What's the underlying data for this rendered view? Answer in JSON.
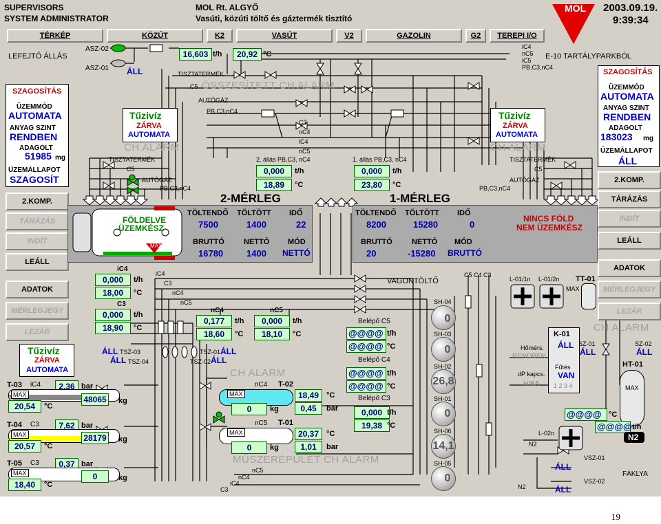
{
  "header": {
    "system_line1": "SUPERVISORS",
    "system_line2": "SYSTEM ADMINISTRATOR",
    "company": "MOL Rt. ALGYŐ",
    "station": "Vasúti, közúti töltő és gáztermék tisztító",
    "logo_text": "MOL",
    "date": "2003.09.19.",
    "time": "9:39:34"
  },
  "nav": [
    "TÉRKÉP",
    "KÖZÚT",
    "K2",
    "VASÚT",
    "V2",
    "GAZOLIN",
    "G2",
    "TEREPI I/O"
  ],
  "top": {
    "lefejto": "LEFEJTŐ ÁLLÁS",
    "asz02": "ASZ-02",
    "asz01": "ASZ-01",
    "asz01_state": "ÁLL",
    "flow": "16,603",
    "flow_unit": "t/h",
    "temp": "20,92",
    "temp_unit": "°C",
    "e10": "E-10 TARTÁLYPARKBÓL",
    "e10_tags": [
      "iC4",
      "nC5",
      "iC5",
      "PB,C3,nC4"
    ],
    "tisztatermek": "TISZTATERMÉK",
    "c5": "C5",
    "autogaz": "AUTÓGÁZ",
    "pbc3nc4": "PB,C3,nC4",
    "osszesitett": "ÖSSZESÍTETT CH ALARM",
    "mid_tags": [
      "C3",
      "nC4",
      "iC4",
      "nC5"
    ]
  },
  "left_szag": {
    "title": "SZAGOSÍTÁS",
    "l1": "ÜZEMMÓD",
    "v1": "AUTOMATA",
    "l2": "ANYAG SZINT",
    "v2": "RENDBEN",
    "l3": "ADAGOLT",
    "v3": "51985",
    "v3u": "mg",
    "l4": "ÜZEMÁLLAPOT",
    "v4": "SZAGOSÍT"
  },
  "right_szag": {
    "title": "SZAGOSÍTÁS",
    "l1": "ÜZEMMÓD",
    "v1": "AUTOMATA",
    "l2": "ANYAG SZINT",
    "v2": "RENDBEN",
    "l3": "ADAGOLT",
    "v3": "183023",
    "v3u": "mg",
    "l4": "ÜZEMÁLLAPOT",
    "v4": "ÁLL"
  },
  "tuziviz_left": {
    "t": "Tűzivíz",
    "l1": "ZÁRVA",
    "l2": "AUTOMATA"
  },
  "tuziviz_right": {
    "t": "Tűzivíz",
    "l1": "ZÁRVA",
    "l2": "AUTOMATA"
  },
  "tuziviz_bottom": {
    "t": "Tűzivíz",
    "l1": "ZÁRVA",
    "l2": "AUTOMATA"
  },
  "ch_alarm": "CH ALARM",
  "left_buttons": [
    "2.KOMP.",
    "TÁRÁZÁS",
    "INDÍT",
    "LEÁLL",
    "ADATOK",
    "MÉRLEGJEGY",
    "LEZÁR"
  ],
  "right_buttons": [
    "2.KOMP.",
    "TÁRÁZÁS",
    "INDÍT",
    "LEÁLL",
    "ADATOK",
    "MÉRLEGJEGY",
    "LEZÁR"
  ],
  "left_tiszta": {
    "tisztatermek": "TISZTATERMÉK",
    "c5": "C5",
    "autogaz": "AUTÓGÁZ",
    "pb": "PB,C3,nC4"
  },
  "right_tiszta": {
    "tisztatermek": "TISZTATERMÉK",
    "c5": "C5",
    "autogaz": "AUTÓGÁZ",
    "pb": "PB,C3,nC4"
  },
  "allas2": {
    "label": "2. állás PB,C3, nC4",
    "flow": "0,000",
    "flow_u": "t/h",
    "temp": "18,89",
    "temp_u": "°C"
  },
  "allas1": {
    "label": "1. állás PB,C3, nC4",
    "flow": "0,000",
    "flow_u": "t/h",
    "temp": "23,80",
    "temp_u": "°C"
  },
  "merleg2": {
    "title": "2-MÉRLEG",
    "toltendo_l": "TÖLTENDŐ",
    "toltendo": "7500",
    "toltott_l": "TÖLTÖTT",
    "toltott": "1400",
    "ido_l": "IDŐ",
    "ido": "22",
    "brutto_l": "BRUTTÓ",
    "brutto": "16780",
    "netto_l": "NETTÓ",
    "netto": "1400",
    "mod_l": "MÓD",
    "mod": "NETTÓ",
    "fold1": "FÖLDELVE",
    "fold2": "ÜZEMKÉSZ",
    "truck_max": "MAX"
  },
  "merleg1": {
    "title": "1-MÉRLEG",
    "toltendo_l": "TÖLTENDŐ",
    "toltendo": "8200",
    "toltott_l": "TÖLTÖTT",
    "toltott": "15280",
    "ido_l": "IDŐ",
    "ido": "0",
    "brutto_l": "BRUTTÓ",
    "brutto": "20",
    "netto_l": "NETTÓ",
    "netto": "-15280",
    "mod_l": "MÓD",
    "mod": "BRUTTÓ",
    "nincs1": "NINCS FÖLD",
    "nincs2": "NEM ÜZEMKÉSZ"
  },
  "ic4": {
    "label": "iC4",
    "flow": "0,000",
    "flow_u": "t/h",
    "temp": "18,00",
    "temp_u": "°C"
  },
  "c3": {
    "label": "C3",
    "flow": "0,000",
    "flow_u": "t/h",
    "temp": "18,90",
    "temp_u": "°C"
  },
  "nc4": {
    "label": "nC4",
    "flow": "0,177",
    "flow_u": "t/h",
    "temp": "18,60",
    "temp_u": "°C"
  },
  "nc5": {
    "label": "nC5",
    "flow": "0,000",
    "flow_u": "t/h",
    "temp": "18,10",
    "temp_u": "°C"
  },
  "pipe_tags": {
    "ic4": "iC4",
    "c3": "C3",
    "nc4": "nC4",
    "nc5": "nC5"
  },
  "tsz": {
    "tsz03": "TSZ-03",
    "tsz04": "TSZ-04",
    "tsz01": "TSZ-01",
    "tsz02": "TSZ-02",
    "all": "ÁLL"
  },
  "vagon": "VAGONTÖLTŐ",
  "tanks": [
    {
      "name": "T-03",
      "prod": "iC4",
      "max": "MAX",
      "v1": "2,36",
      "u1": "bar",
      "v2": "20,54",
      "u2": "°C",
      "v3": "48065",
      "u3": "kg"
    },
    {
      "name": "T-04",
      "prod": "C3",
      "max": "MAX",
      "v1": "7,62",
      "u1": "bar",
      "v2": "20,57",
      "u2": "°C",
      "v3": "28179",
      "u3": "kg"
    },
    {
      "name": "T-05",
      "prod": "C3",
      "max": "MAX",
      "v1": "0,37",
      "u1": "bar",
      "v2": "18,40",
      "u2": "°C",
      "v3": "0",
      "u3": "kg"
    }
  ],
  "t02": {
    "name": "T-02",
    "prod": "nC4",
    "max": "MAX",
    "kg": "0",
    "kg_u": "kg",
    "temp": "18,49",
    "temp_u": "°C",
    "bar": "0,45",
    "bar_u": "bar"
  },
  "t01": {
    "name": "T-01",
    "prod": "nC5",
    "max": "MAX",
    "kg": "0",
    "kg_u": "kg",
    "temp": "20,37",
    "temp_u": "°C",
    "bar": "1,01",
    "bar_u": "bar"
  },
  "muszer": "MŰSZERÉPÜLET CH ALARM",
  "bottom_tags": {
    "nc5": "nC5",
    "nc4": "nC4",
    "ic4": "iC4",
    "c3": "C3"
  },
  "belepo": [
    {
      "label": "Belépő C5",
      "v1": "@@@@",
      "u1": "t/h",
      "v2": "@@@@",
      "u2": "°C"
    },
    {
      "label": "Belépő C4",
      "v1": "@@@@",
      "u1": "t/h",
      "v2": "@@@@",
      "u2": "°C"
    },
    {
      "label": "Belépő C3",
      "v1": "0,000",
      "u1": "t/h",
      "v2": "19,38",
      "u2": "°C"
    }
  ],
  "col_tags": [
    "C5",
    "C4",
    "C3"
  ],
  "sh": [
    {
      "name": "SH-04",
      "v": "0"
    },
    {
      "name": "SH-03",
      "v": "0"
    },
    {
      "name": "SH-02",
      "v": "26,8"
    },
    {
      "name": "SH-01",
      "v": "0"
    },
    {
      "name": "SH-06",
      "v": "14,1"
    },
    {
      "name": "SH-05",
      "v": "0"
    }
  ],
  "l01n": "L-01/1n",
  "l012n": "L-01/2n",
  "tt01": "TT-01",
  "tt01_max": "MAX",
  "k01": {
    "title": "K-01",
    "all": "ÁLL",
    "homers": "Hőmérs.",
    "rendben": "RENDBEN",
    "futes": "Fűtés",
    "van": "VAN",
    "dp": "dP kapcs.",
    "hiba": "HIBA",
    "nums": "1 2 3 4"
  },
  "sz01": {
    "name": "SZ-01",
    "state": "ÁLL"
  },
  "sz02": {
    "name": "SZ-02",
    "state": "ÁLL"
  },
  "ht01": {
    "name": "HT-01",
    "max": "MAX"
  },
  "right_bottom": {
    "v1": "@@@@",
    "u1": "°C",
    "v2": "@@@@",
    "u2": "t/h",
    "n2": "N2",
    "l02n": "L-02n",
    "n2b": "N2",
    "vsz01": "VSZ-01",
    "vsz02": "VSZ-02",
    "all1": "ÁLL",
    "all2": "ÁLL",
    "faklya": "FÁKLYA",
    "n2c": "N2"
  },
  "page_number": "19",
  "colors": {
    "bg": "#d4d0c8",
    "value_bg": "#ccffcc",
    "blue": "#0000cc",
    "red": "#cc0000",
    "green": "#008800"
  }
}
